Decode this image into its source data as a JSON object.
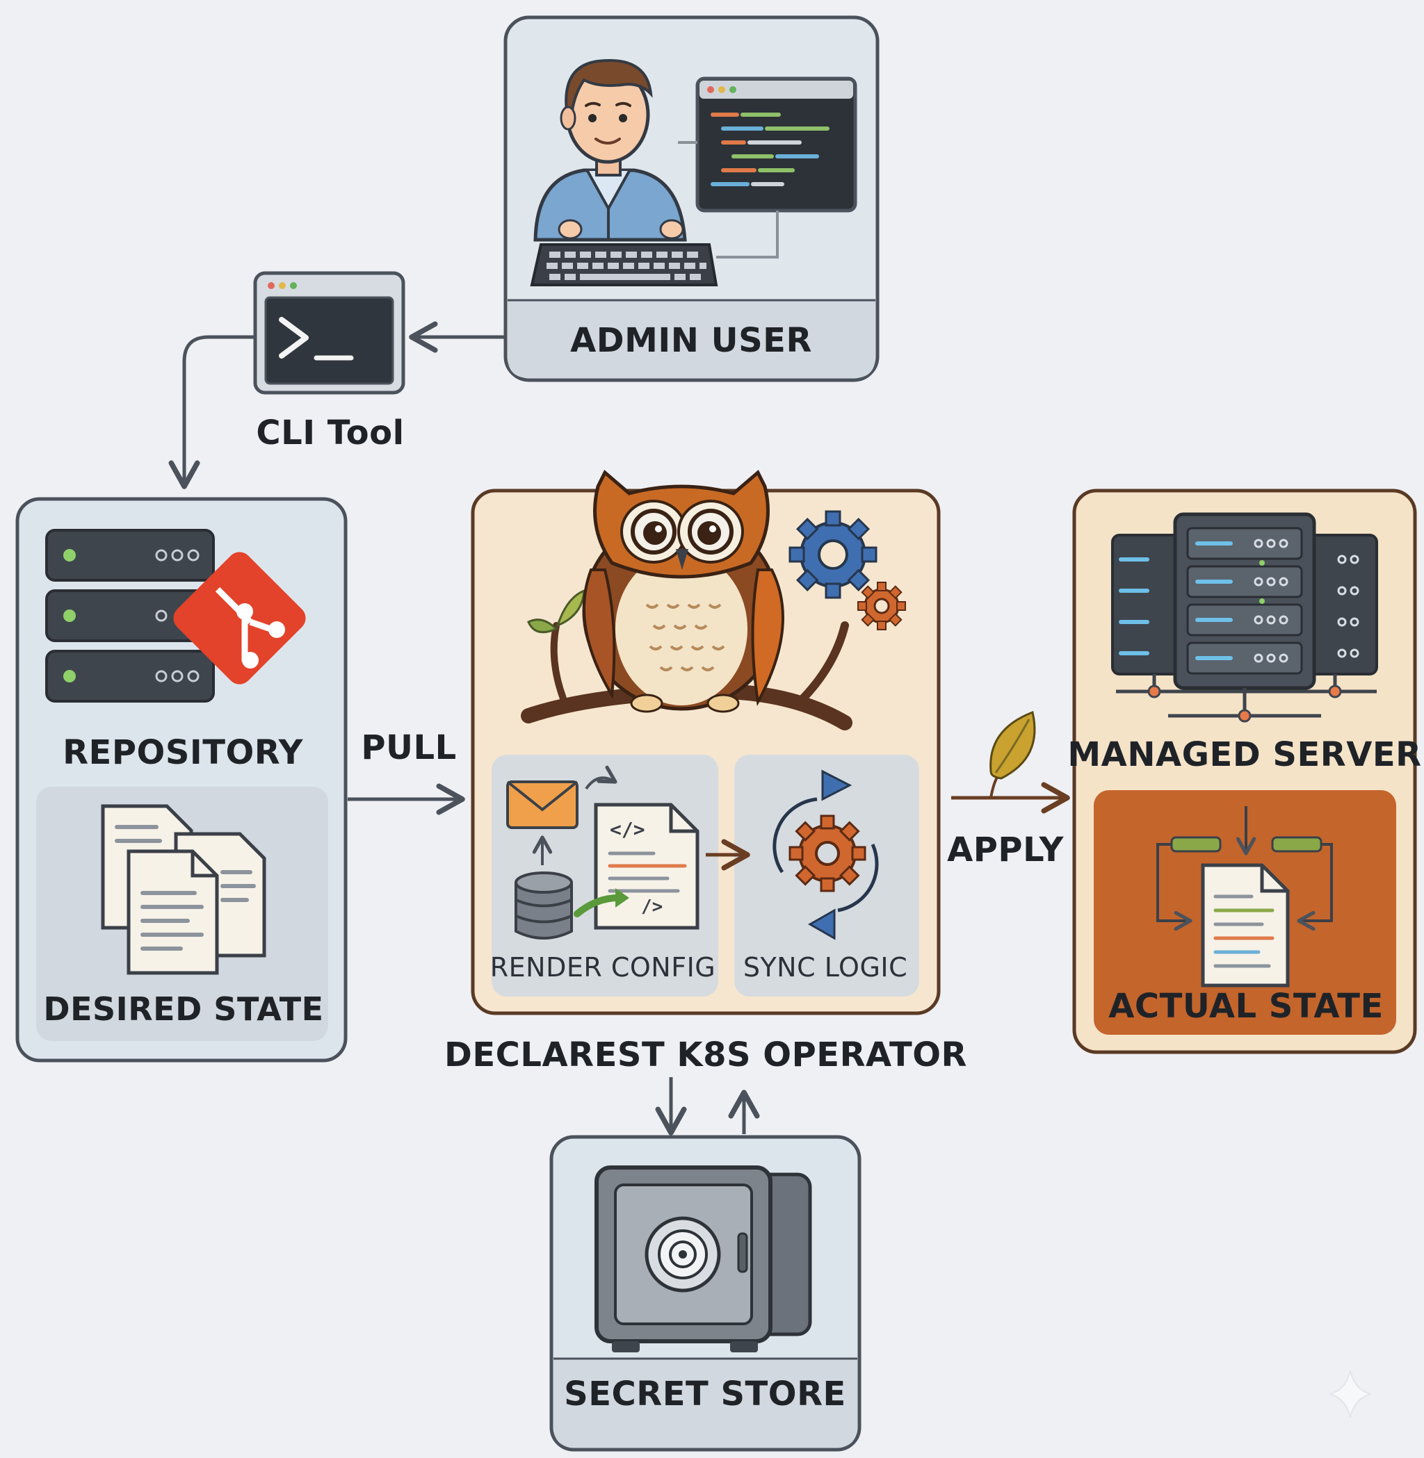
{
  "nodes": {
    "admin_user": "ADMIN USER",
    "cli_tool": "CLI Tool",
    "repository": "REPOSITORY",
    "desired_state": "DESIRED STATE",
    "operator": "DECLAREST K8S OPERATOR",
    "render_config": "RENDER CONFIG",
    "sync_logic": "SYNC LOGIC",
    "managed_server": "MANAGED SERVER",
    "actual_state": "ACTUAL STATE",
    "secret_store": "SECRET STORE"
  },
  "edges": {
    "pull": "PULL",
    "apply": "APPLY"
  },
  "colors": {
    "background": "#eef0f4",
    "panel_blue": "#dde5ec",
    "panel_gray": "#d2d8df",
    "operator_panel": "#f6e6cf",
    "server_panel": "#f5e3c8",
    "actual_state": "#c4652c",
    "outline": "#4b525c",
    "outline_brown": "#5a3a24",
    "git_red": "#e2432a"
  },
  "icons": [
    "admin-user-icon",
    "code-window-icon",
    "keyboard-icon",
    "terminal-icon",
    "server-stack-icon",
    "git-logo-icon",
    "documents-icon",
    "owl-mascot-icon",
    "gear-icon",
    "envelope-icon",
    "code-file-icon",
    "database-icon",
    "sync-cycle-icon",
    "server-rack-icon",
    "leaf-icon",
    "state-document-icon",
    "safe-vault-icon",
    "sparkle-icon"
  ]
}
